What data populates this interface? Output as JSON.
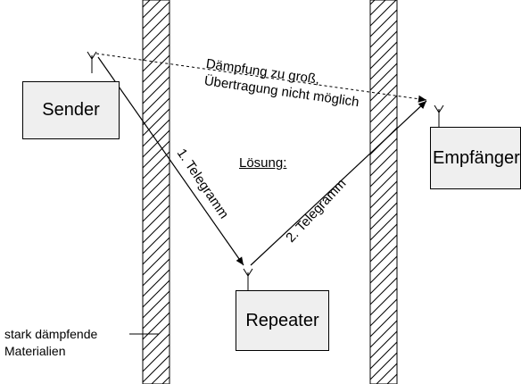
{
  "nodes": {
    "sender": "Sender",
    "receiver": "Empfänger",
    "repeater": "Repeater"
  },
  "direct_link": {
    "line1": "Dämpfung zu groß,",
    "line2": "Übertragung nicht möglich"
  },
  "solution_label": "Lösung:",
  "hops": {
    "first": "1. Telegramm",
    "second": "2. Telegramm"
  },
  "material_note": {
    "line1": "stark dämpfende",
    "line2": "Materialien"
  },
  "icons": {
    "antenna": "antenna-icon",
    "wall": "hatched-wall"
  }
}
